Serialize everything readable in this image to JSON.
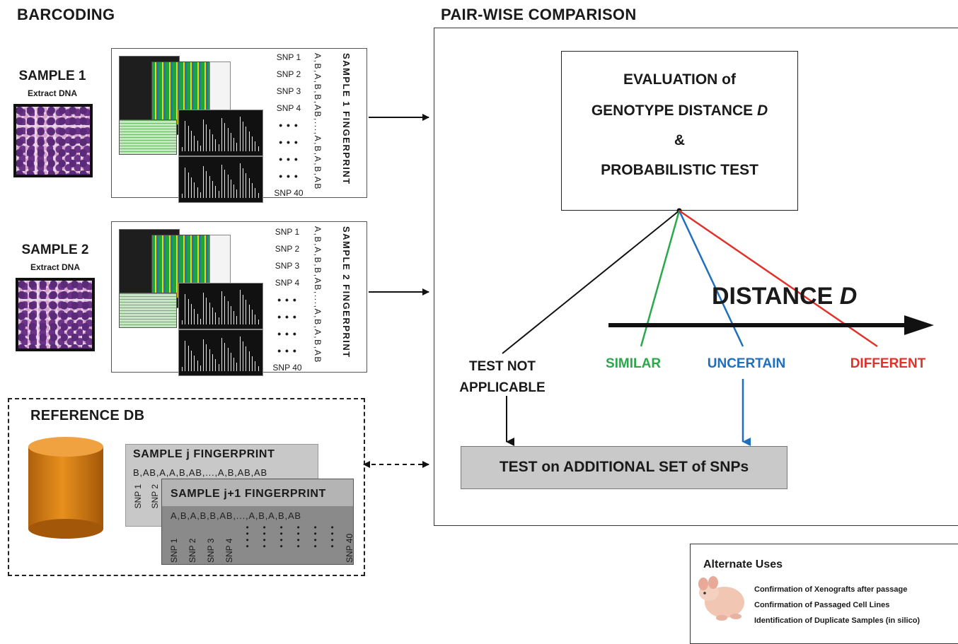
{
  "sections": {
    "barcoding": "BARCODING",
    "pairwise": "PAIR-WISE COMPARISON"
  },
  "samples": [
    {
      "title": "SAMPLE 1",
      "subtitle": "Extract DNA",
      "snps": [
        "SNP 1",
        "SNP 2",
        "SNP 3",
        "SNP 4",
        "• • •",
        "• • •",
        "• • •",
        "• • •",
        "SNP 40"
      ],
      "genotypes": "A,B,A,B,B,AB,...,A,B,A,B,AB",
      "fingerprint_label": "SAMPLE 1 FINGERPRINT"
    },
    {
      "title": "SAMPLE 2",
      "subtitle": "Extract DNA",
      "snps": [
        "SNP 1",
        "SNP 2",
        "SNP 3",
        "SNP 4",
        "• • •",
        "• • •",
        "• • •",
        "• • •",
        "SNP 40"
      ],
      "genotypes": "A,B,A,B,B,AB,...,A,B,A,B,AB",
      "fingerprint_label": "SAMPLE 2 FINGERPRINT"
    }
  ],
  "evaluation": {
    "line1": "EVALUATION of",
    "line2_prefix": "GENOTYPE DISTANCE",
    "line2_var": "D",
    "line3": "&",
    "line4": "PROBABILISTIC TEST"
  },
  "distance_axis": {
    "prefix": "DISTANCE",
    "var": "D"
  },
  "outcomes": {
    "not_applicable_1": "TEST NOT",
    "not_applicable_2": "APPLICABLE",
    "similar": "SIMILAR",
    "uncertain": "UNCERTAIN",
    "different": "DIFFERENT"
  },
  "additional_test": "TEST on ADDITIONAL SET of SNPs",
  "reference_db": {
    "title": "REFERENCE DB",
    "card_j": {
      "title": "SAMPLE j FINGERPRINT",
      "genotypes": "B,AB,A,A,B,AB,...,A,B,AB,AB",
      "snps": [
        "SNP 1",
        "SNP 2"
      ]
    },
    "card_j1": {
      "title": "SAMPLE j+1 FINGERPRINT",
      "genotypes": "A,B,A,B,B,AB,...,A,B,A,B,AB",
      "snps": [
        "SNP 1",
        "SNP 2",
        "SNP 3",
        "SNP 4",
        "• • • •",
        "• • • •",
        "• • • •",
        "• • • •",
        "• • • •",
        "• • • •",
        "SNP 40"
      ]
    }
  },
  "alternate_uses": {
    "title": "Alternate Uses",
    "items": [
      "Confirmation of Xenografts after passage",
      "Confirmation of Passaged Cell Lines",
      "Identification of Duplicate Samples (in silico)"
    ]
  },
  "colors": {
    "similar": "#2aa84a",
    "uncertain": "#1f6fc0",
    "different": "#e0322a",
    "cylinder": "#d97e14"
  }
}
